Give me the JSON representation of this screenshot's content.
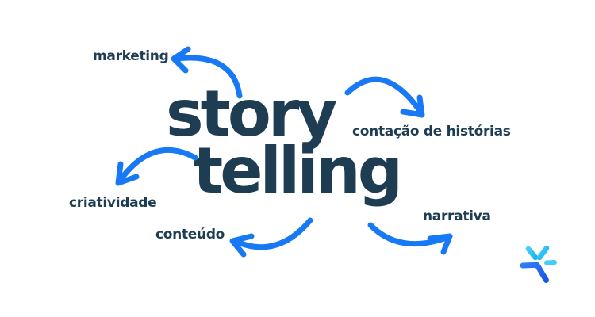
{
  "headline": {
    "line1": "story",
    "line2": "telling"
  },
  "labels": {
    "marketing": "marketing",
    "contacao": "contação de histórias",
    "criatividade": "criatividade",
    "conteudo": "conteúdo",
    "narrativa": "narrativa"
  },
  "icons": {
    "logo": "asterisk-star-icon"
  },
  "colors": {
    "bg": "#ffffff",
    "navy": "#1f3d52",
    "arrow-blue": "#1779f5",
    "logo-cyan-light": "#45cdf8",
    "logo-cyan": "#18b5f2",
    "logo-blue-light": "#2f7df6",
    "logo-blue": "#1b55e9"
  }
}
